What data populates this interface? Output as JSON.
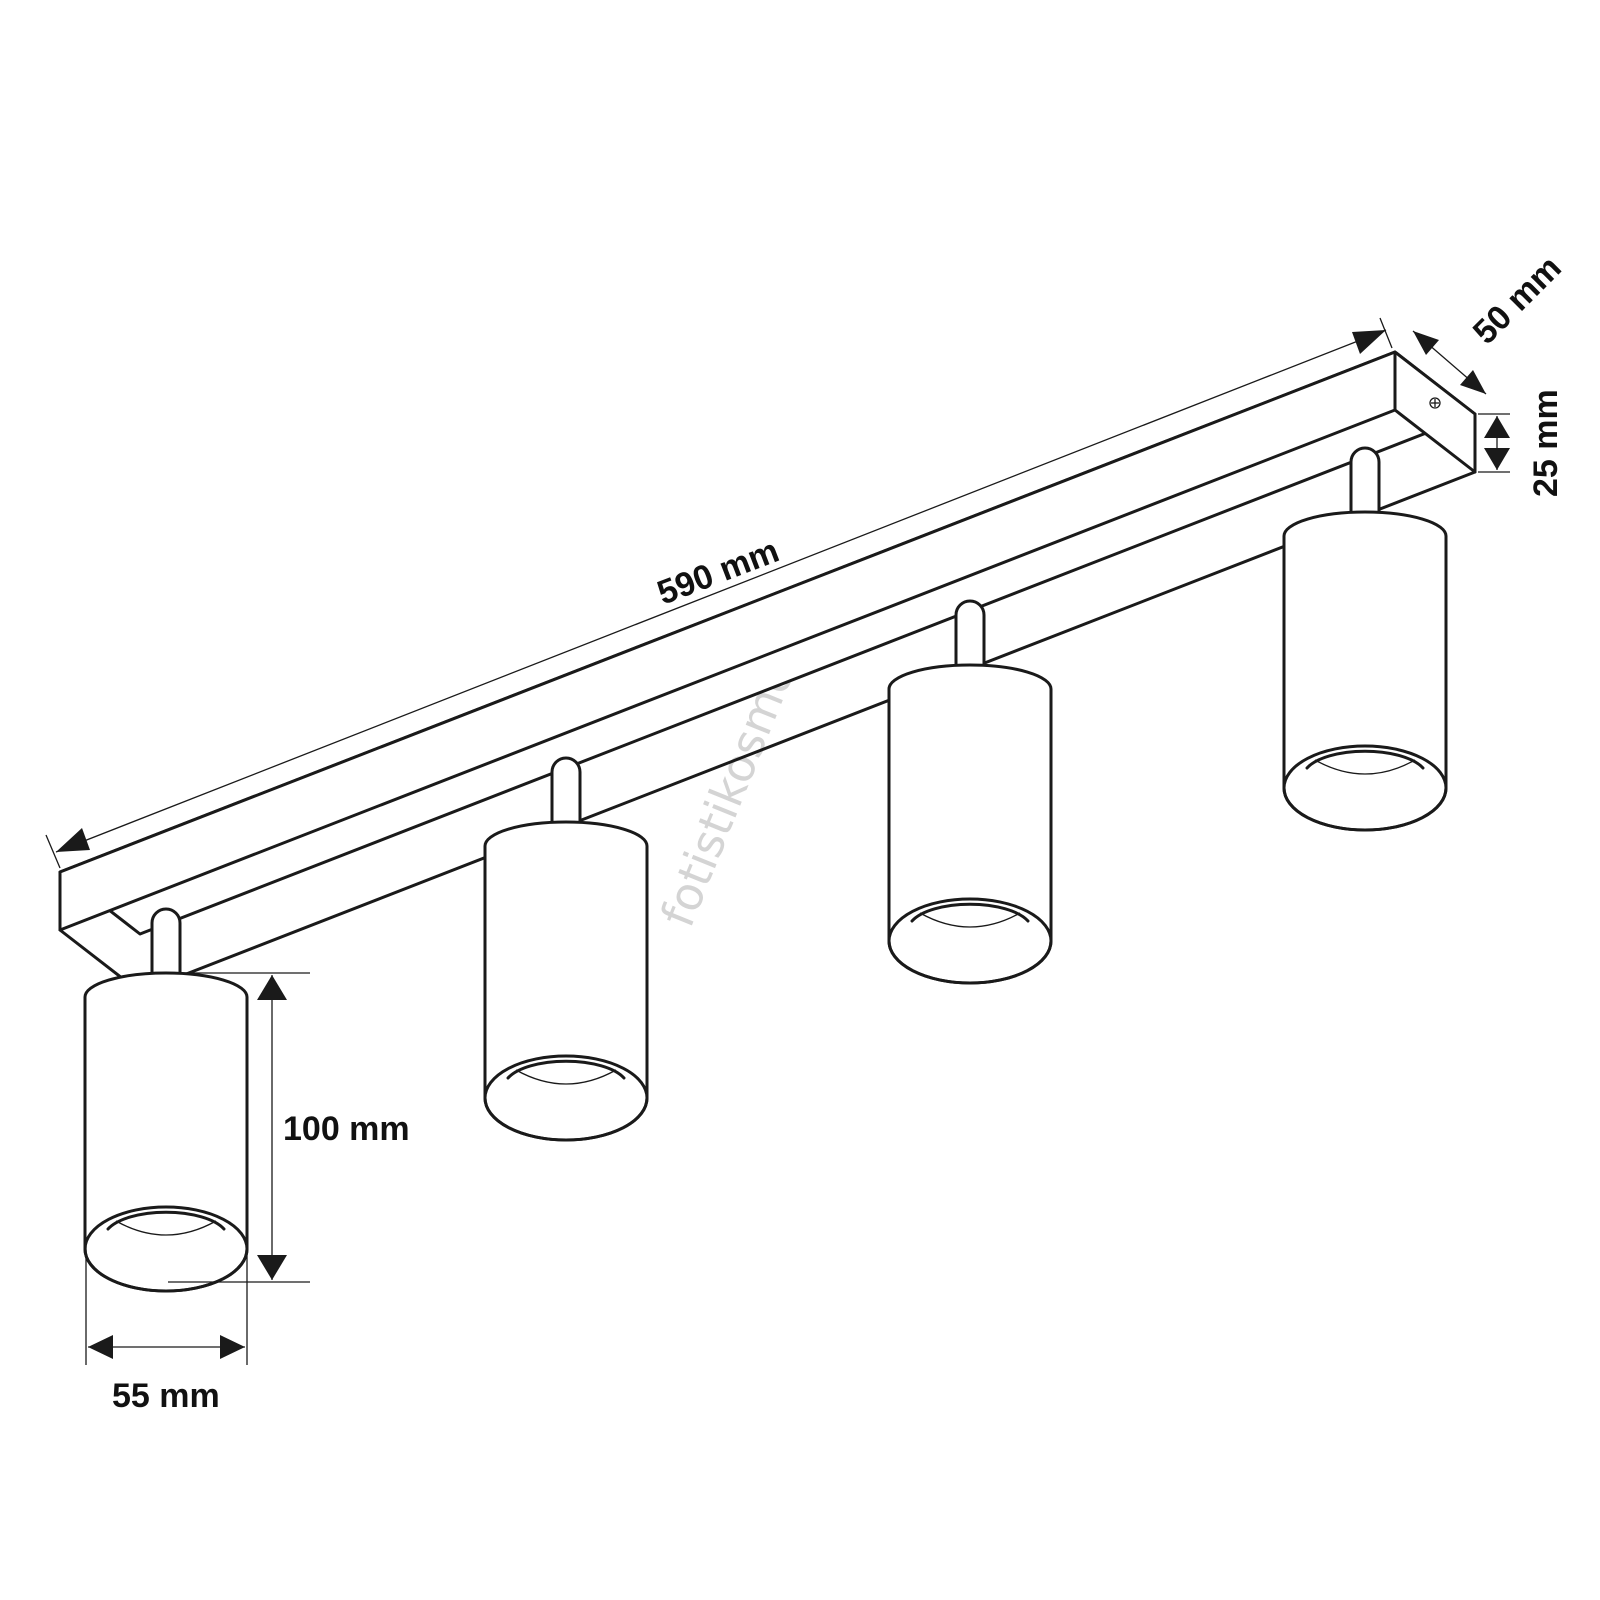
{
  "dimensions": {
    "length": "590 mm",
    "width": "50 mm",
    "height": "25 mm",
    "spot_height": "100 mm",
    "spot_diameter": "55 mm"
  },
  "watermark": "fotistikosmos.gr",
  "spots": [
    {
      "id": "spot-1"
    },
    {
      "id": "spot-2"
    },
    {
      "id": "spot-3"
    },
    {
      "id": "spot-4"
    }
  ]
}
